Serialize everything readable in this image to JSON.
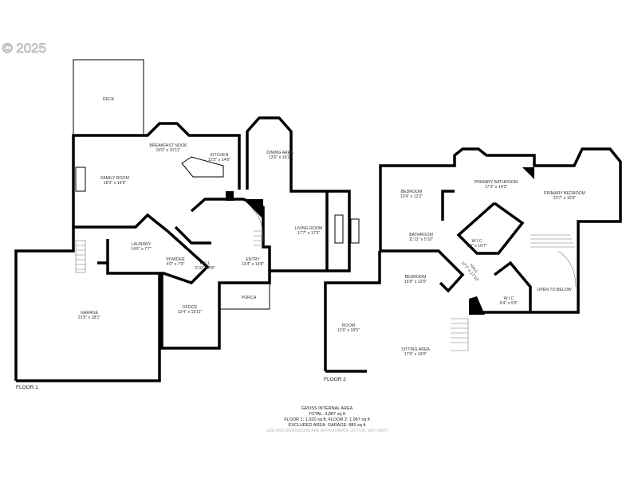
{
  "copyright": "© 2025",
  "floor1": {
    "label": "FLOOR 1",
    "rooms": [
      {
        "name": "DECK",
        "dims": ""
      },
      {
        "name": "BREAKFAST NOOK",
        "dims": "10'0\" x 10'11\""
      },
      {
        "name": "KITCHEN",
        "dims": "12'5\" x 14'6\""
      },
      {
        "name": "FAMILY ROOM",
        "dims": "18'3\" x 19'9\""
      },
      {
        "name": "DINING AREA",
        "dims": "13'6\" x 16'2\""
      },
      {
        "name": "LIVING ROOM",
        "dims": "17'7\" x 17'3\""
      },
      {
        "name": "LAUNDRY",
        "dims": "14'6\" x 7'7\""
      },
      {
        "name": "POWDER",
        "dims": "4'0\" x 7'0\""
      },
      {
        "name": "HALL",
        "dims": "5'10\" x 8'8\""
      },
      {
        "name": "ENTRY",
        "dims": "13'4\" x 14'8\""
      },
      {
        "name": "PORCH",
        "dims": ""
      },
      {
        "name": "OFFICE",
        "dims": "12'4\" x 15'11\""
      },
      {
        "name": "GARAGE",
        "dims": "21'5\" x 28'1\""
      }
    ]
  },
  "floor2": {
    "label": "FLOOR 2",
    "rooms": [
      {
        "name": "BEDROOM",
        "dims": "13'4\" x 12'2\""
      },
      {
        "name": "PRIMARY BATHROOM",
        "dims": "17'3\" x 14'3\""
      },
      {
        "name": "PRIMARY BEDROOM",
        "dims": "22'7\" x 15'8\""
      },
      {
        "name": "BATHROOM",
        "dims": "11'11\" x 5'10\""
      },
      {
        "name": "W.I.C",
        "dims": "9'9\" x 10'7\""
      },
      {
        "name": "HALL",
        "dims": "17'7\" x 17'10\""
      },
      {
        "name": "BEDROOM",
        "dims": "15'8\" x 12'0\""
      },
      {
        "name": "W.I.C",
        "dims": "9'4\" x 9'9\""
      },
      {
        "name": "OPEN TO BELOW",
        "dims": ""
      },
      {
        "name": "ROOM",
        "dims": "11'6\" x 19'5\""
      },
      {
        "name": "SITTING AREA",
        "dims": "17'6\" x 19'0\""
      }
    ]
  },
  "summary": {
    "title": "GROSS INTERNAL AREA",
    "total": "TOTAL: 3,887 sq ft",
    "floors": "FLOOR 1: 1,920 sq ft, FLOOR 2: 1,967 sq ft",
    "excluded": "EXCLUDED AREA: GARAGE: 885 sq ft",
    "disclaimer": "SIZE AND DIMENSIONS ARE APPROXIMATE, ACTUAL MAY VARY."
  }
}
